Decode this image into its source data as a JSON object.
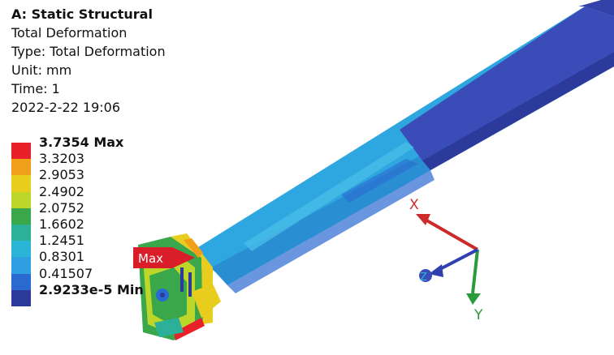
{
  "header": {
    "analysis": "A: Static Structural",
    "result": "Total Deformation",
    "type": "Type: Total Deformation",
    "unit": "Unit: mm",
    "time": "Time: 1",
    "timestamp": "2022-2-22 19:06"
  },
  "legend": {
    "levels": [
      {
        "label": "3.7354 Max",
        "color": "#e8202a",
        "bold": true
      },
      {
        "label": "3.3203",
        "color": "#f0a018",
        "bold": false
      },
      {
        "label": "2.9053",
        "color": "#e8cc1e",
        "bold": false
      },
      {
        "label": "2.4902",
        "color": "#bcd62a",
        "bold": false
      },
      {
        "label": "2.0752",
        "color": "#3aa84a",
        "bold": false
      },
      {
        "label": "1.6602",
        "color": "#2cb09a",
        "bold": false
      },
      {
        "label": "1.2451",
        "color": "#2ab4d8",
        "bold": false
      },
      {
        "label": "0.8301",
        "color": "#2e9fe0",
        "bold": false
      },
      {
        "label": "0.41507",
        "color": "#2a6ad0",
        "bold": false
      },
      {
        "label": "2.9233e-5 Min",
        "color": "#2c3a9c",
        "bold": true
      }
    ]
  },
  "probe": {
    "label": "Max",
    "color": "#d91e2a"
  },
  "triad": {
    "x_label": "X",
    "x_color": "#cc2b2b",
    "y_label": "Y",
    "y_color": "#2a9a3a",
    "z_label": "Z",
    "z_color": "#3040b0"
  }
}
